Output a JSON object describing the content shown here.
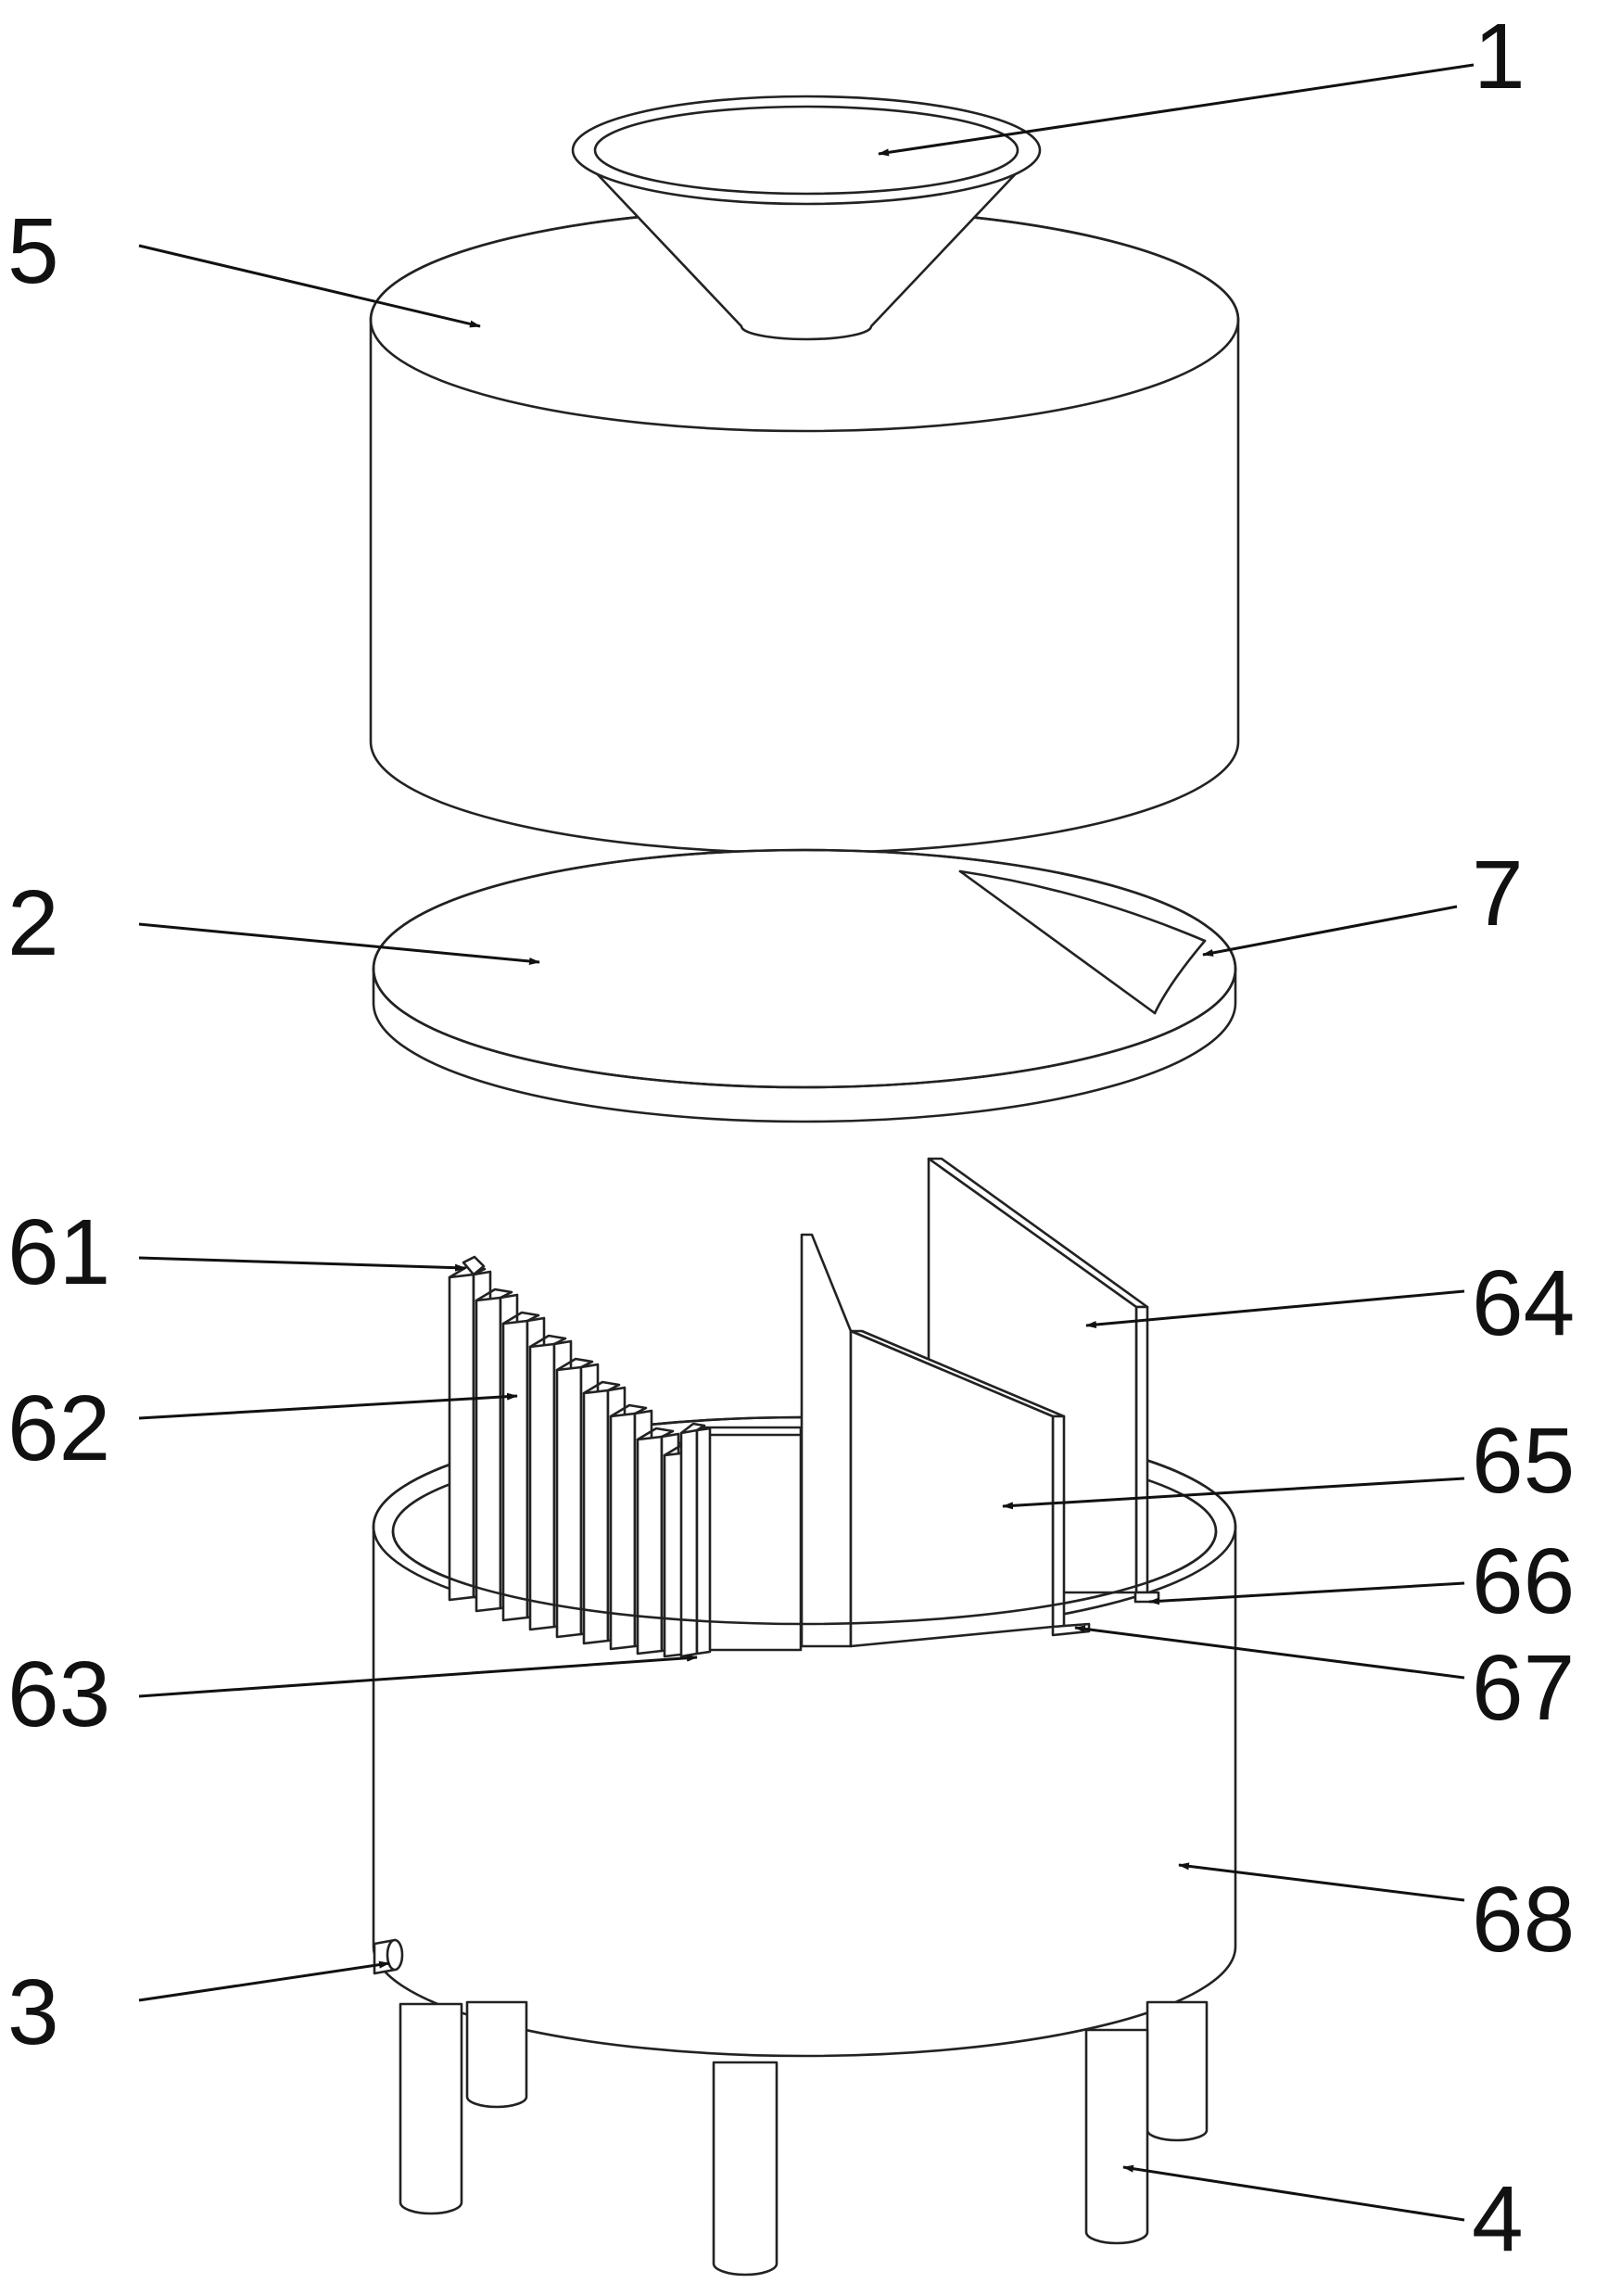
{
  "labels": {
    "l1": "1",
    "l5": "5",
    "l2": "2",
    "l7": "7",
    "l61": "61",
    "l62": "62",
    "l64": "64",
    "l65": "65",
    "l66": "66",
    "l63": "63",
    "l67": "67",
    "l68": "68",
    "l3": "3",
    "l4": "4"
  },
  "colors": {
    "line": "#222222",
    "background": "#ffffff"
  }
}
